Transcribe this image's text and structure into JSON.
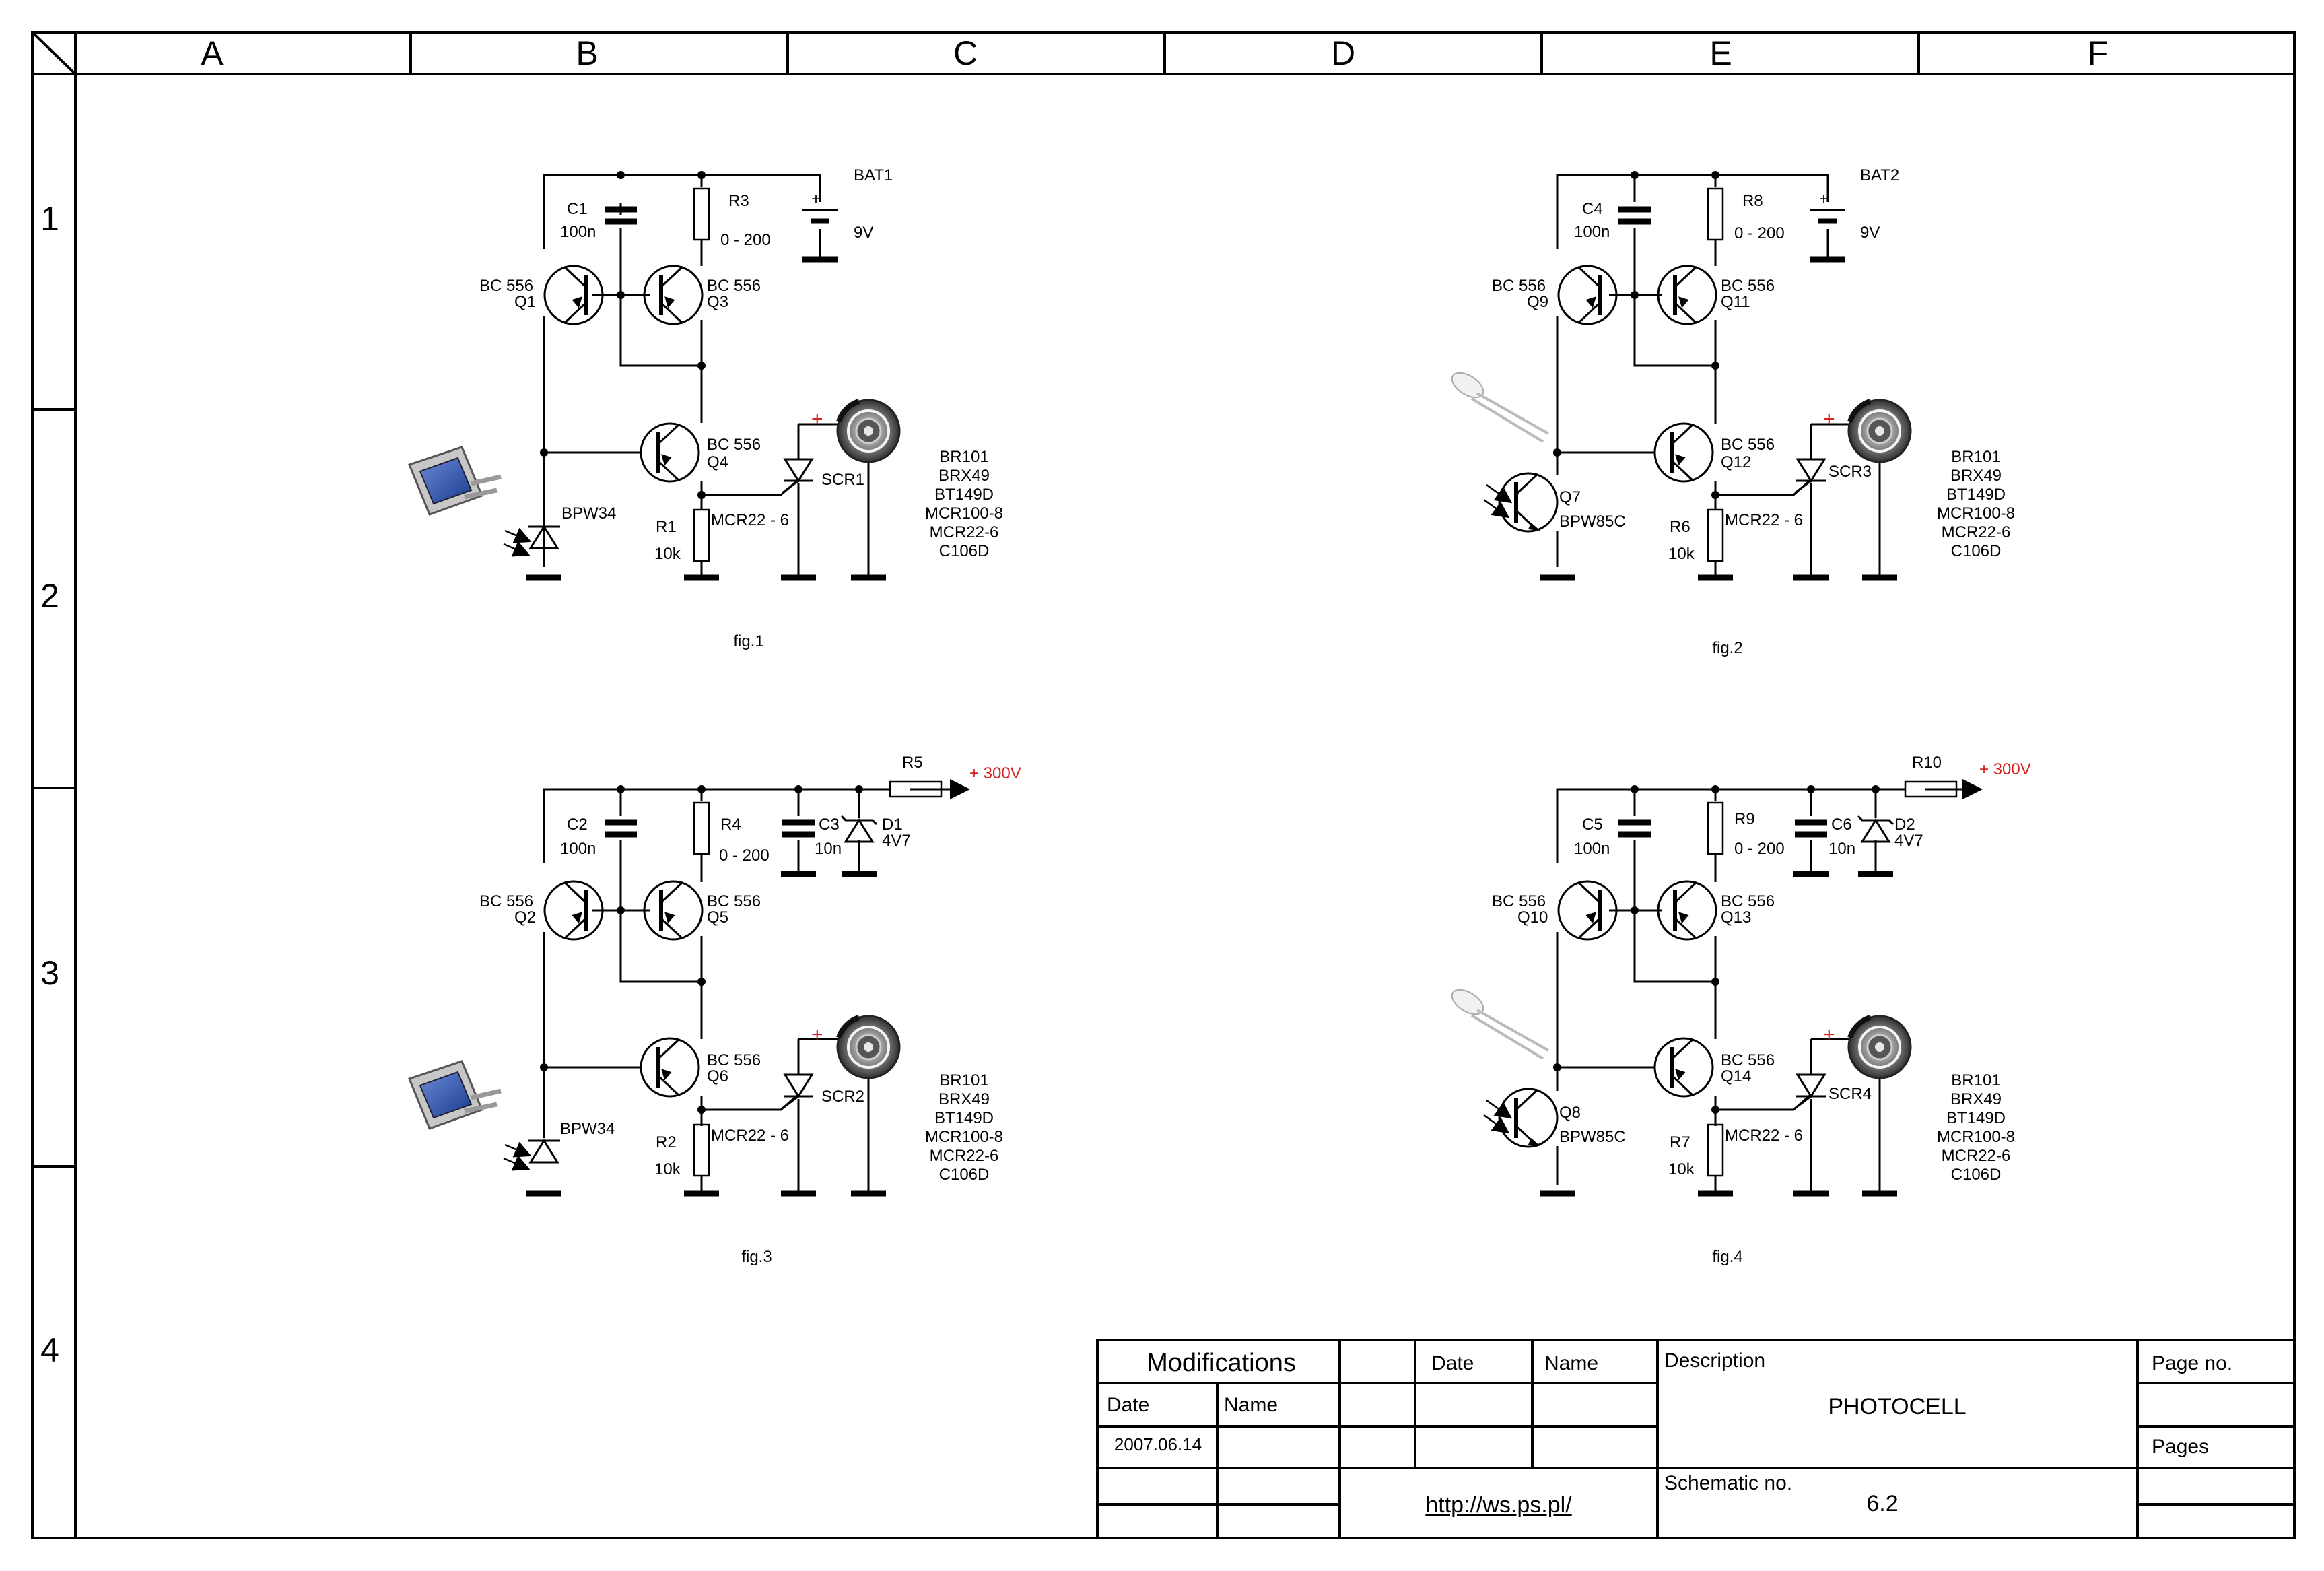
{
  "border": {
    "columns": [
      "A",
      "B",
      "C",
      "D",
      "E",
      "F"
    ],
    "rows": [
      "1",
      "2",
      "3",
      "4"
    ]
  },
  "figures": [
    {
      "caption": "fig.1",
      "labels": {
        "bat": "BAT1",
        "bat_v": "9V",
        "cap": "C1",
        "cap_v": "100n",
        "pot": "R3",
        "pot_v": "0 - 200",
        "qa_type": "BC 556",
        "qa": "Q1",
        "qb_type": "BC 556",
        "qb": "Q3",
        "qc_type": "BC 556",
        "qc": "Q4",
        "sensor": "BPW34",
        "res": "R1",
        "res_v": "10k",
        "scr_part": "MCR22 - 6",
        "scr": "SCR1",
        "plus": "+"
      },
      "alternatives": [
        "BR101",
        "BRX49",
        "BT149D",
        "MCR100-8",
        "MCR22-6",
        "C106D"
      ]
    },
    {
      "caption": "fig.2",
      "labels": {
        "bat": "BAT2",
        "bat_v": "9V",
        "cap": "C4",
        "cap_v": "100n",
        "pot": "R8",
        "pot_v": "0 - 200",
        "qa_type": "BC 556",
        "qa": "Q9",
        "qb_type": "BC 556",
        "qb": "Q11",
        "qc_type": "BC 556",
        "qc": "Q12",
        "sensor": "Q7",
        "sensor_type": "BPW85C",
        "res": "R6",
        "res_v": "10k",
        "scr_part": "MCR22 - 6",
        "scr": "SCR3",
        "plus": "+"
      },
      "alternatives": [
        "BR101",
        "BRX49",
        "BT149D",
        "MCR100-8",
        "MCR22-6",
        "C106D"
      ]
    },
    {
      "caption": "fig.3",
      "labels": {
        "supply_res": "R5",
        "supply": "+ 300V",
        "cap": "C2",
        "cap_v": "100n",
        "pot": "R4",
        "pot_v": "0 - 200",
        "cap2": "C3",
        "cap2_v": "10n",
        "zener": "D1",
        "zener_v": "4V7",
        "qa_type": "BC 556",
        "qa": "Q2",
        "qb_type": "BC 556",
        "qb": "Q5",
        "qc_type": "BC 556",
        "qc": "Q6",
        "sensor": "BPW34",
        "res": "R2",
        "res_v": "10k",
        "scr_part": "MCR22 - 6",
        "scr": "SCR2",
        "plus": "+"
      },
      "alternatives": [
        "BR101",
        "BRX49",
        "BT149D",
        "MCR100-8",
        "MCR22-6",
        "C106D"
      ]
    },
    {
      "caption": "fig.4",
      "labels": {
        "supply_res": "R10",
        "supply": "+ 300V",
        "cap": "C5",
        "cap_v": "100n",
        "pot": "R9",
        "pot_v": "0 - 200",
        "cap2": "C6",
        "cap2_v": "10n",
        "zener": "D2",
        "zener_v": "4V7",
        "qa_type": "BC 556",
        "qa": "Q10",
        "qb_type": "BC 556",
        "qb": "Q13",
        "qc_type": "BC 556",
        "qc": "Q14",
        "sensor": "Q8",
        "sensor_type": "BPW85C",
        "res": "R7",
        "res_v": "10k",
        "scr_part": "MCR22 - 6",
        "scr": "SCR4",
        "plus": "+"
      },
      "alternatives": [
        "BR101",
        "BRX49",
        "BT149D",
        "MCR100-8",
        "MCR22-6",
        "C106D"
      ]
    }
  ],
  "title_block": {
    "modifications": "Modifications",
    "date_col": "Date",
    "name_col": "Name",
    "date_col2": "Date",
    "name_col2": "Name",
    "mod_date": "2007.06.14",
    "url": "http://ws.ps.pl/",
    "description_label": "Description",
    "description": "PHOTOCELL",
    "schematic_label": "Schematic no.",
    "schematic_no": "6.2",
    "page_label": "Page no.",
    "pages_label": "Pages"
  },
  "colors": {
    "accent": "#d42020",
    "line": "#000000"
  }
}
